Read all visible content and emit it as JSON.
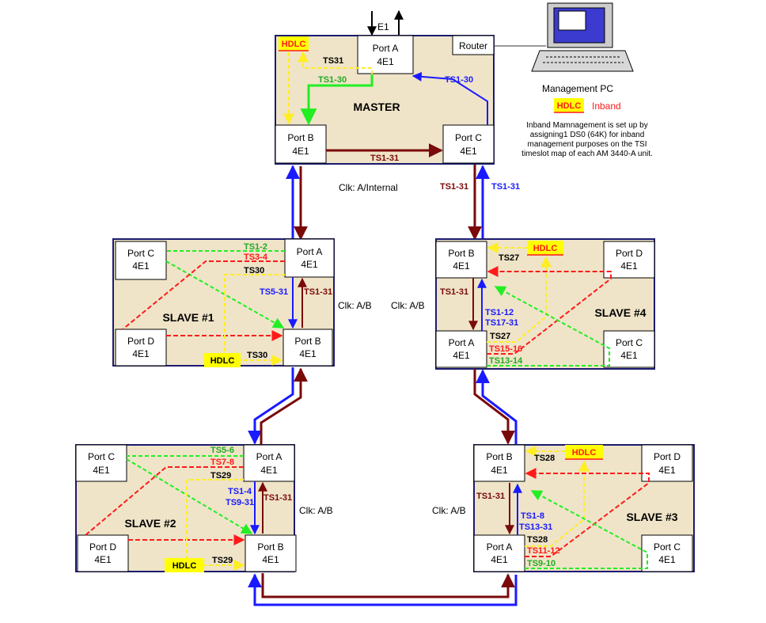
{
  "master": {
    "title": "MASTER",
    "router": "Router",
    "hdlc": "HDLC",
    "ts_hdlc": "TS31",
    "port_a": {
      "name": "Port A",
      "type": "4E1"
    },
    "port_b": {
      "name": "Port B",
      "type": "4E1"
    },
    "port_c": {
      "name": "Port C",
      "type": "4E1"
    },
    "ts_a_b": "TS1-30",
    "ts_c_a": "TS1-30",
    "ts_b_c": "TS1-31"
  },
  "e1_label": "E1",
  "management": {
    "pc_label": "Management PC",
    "hdlc": "HDLC",
    "inband": "Inband",
    "note": "Inband Mamnagement is set up by assigning1 DS0 (64K) for inband management purposes on the TSI timeslot map of each AM 3440-A unit."
  },
  "links": {
    "master_slave1_clk": "Clk: A/Internal",
    "master_slave4_left": "TS1-31",
    "master_slave4_right": "TS1-31"
  },
  "slave1": {
    "title": "SLAVE #1",
    "hdlc": "HDLC",
    "clk": "Clk: A/B",
    "port_a": {
      "name": "Port A",
      "type": "4E1"
    },
    "port_b": {
      "name": "Port B",
      "type": "4E1"
    },
    "port_c": {
      "name": "Port C",
      "type": "4E1"
    },
    "port_d": {
      "name": "Port D",
      "type": "4E1"
    },
    "ts1": "TS1-2",
    "ts2": "TS3-4",
    "ts3": "TS30",
    "ts4": "TS5-31",
    "ts5": "TS1-31",
    "ts6": "TS30"
  },
  "slave4": {
    "title": "SLAVE #4",
    "hdlc": "HDLC",
    "clk": "Clk: A/B",
    "port_a": {
      "name": "Port A",
      "type": "4E1"
    },
    "port_b": {
      "name": "Port B",
      "type": "4E1"
    },
    "port_c": {
      "name": "Port C",
      "type": "4E1"
    },
    "port_d": {
      "name": "Port D",
      "type": "4E1"
    },
    "ts1": "TS27",
    "ts2": "TS1-31",
    "ts3": "TS1-12",
    "ts4": "TS17-31",
    "ts5": "TS27",
    "ts6": "TS15-16",
    "ts7": "TS13-14"
  },
  "slave2": {
    "title": "SLAVE #2",
    "hdlc": "HDLC",
    "clk": "Clk: A/B",
    "port_a": {
      "name": "Port A",
      "type": "4E1"
    },
    "port_b": {
      "name": "Port B",
      "type": "4E1"
    },
    "port_c": {
      "name": "Port C",
      "type": "4E1"
    },
    "port_d": {
      "name": "Port D",
      "type": "4E1"
    },
    "ts1": "TS5-6",
    "ts2": "TS7-8",
    "ts3": "TS29",
    "ts4": "TS1-4",
    "ts5": "TS9-31",
    "ts6": "TS1-31",
    "ts7": "TS29"
  },
  "slave3": {
    "title": "SLAVE #3",
    "hdlc": "HDLC",
    "clk": "Clk: A/B",
    "port_a": {
      "name": "Port A",
      "type": "4E1"
    },
    "port_b": {
      "name": "Port B",
      "type": "4E1"
    },
    "port_c": {
      "name": "Port C",
      "type": "4E1"
    },
    "port_d": {
      "name": "Port D",
      "type": "4E1"
    },
    "ts1": "TS28",
    "ts2": "TS1-31",
    "ts3": "TS1-8",
    "ts4": "TS13-31",
    "ts5": "TS28",
    "ts6": "TS11-12",
    "ts7": "TS9-10"
  },
  "colors": {
    "panel": "#efe4c8",
    "frame": "#1a1a70",
    "red": "#ff1a1a",
    "dark_red": "#7a0a0a",
    "blue": "#1a1aff",
    "green": "#22ee22",
    "yellow": "#ffee22",
    "hdlc_fill": "#ffff00"
  }
}
